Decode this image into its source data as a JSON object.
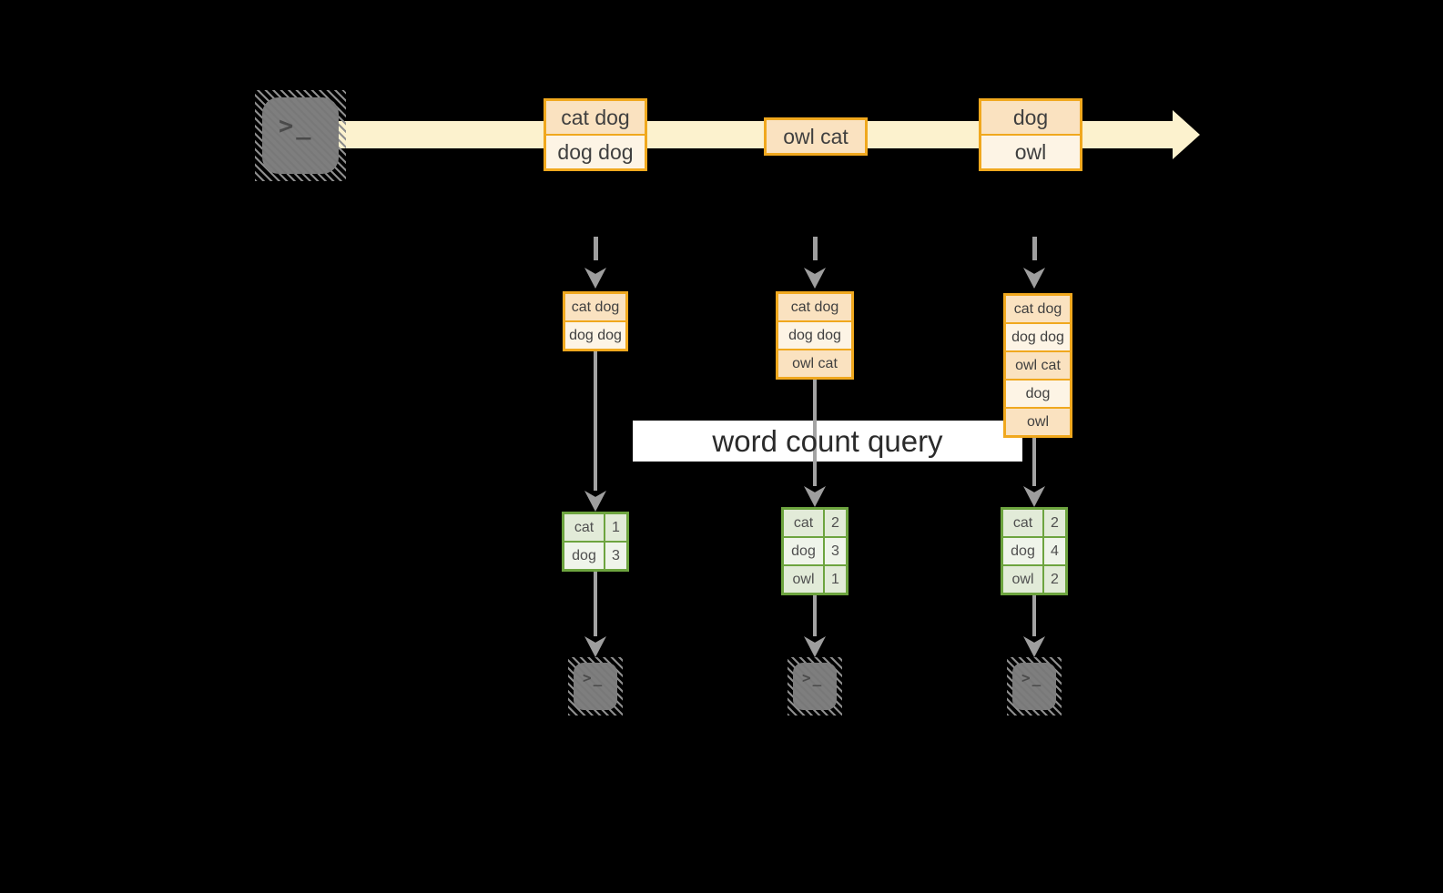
{
  "query": {
    "label": "word count query"
  },
  "icons": {
    "terminal_prompt": ">_"
  },
  "colors": {
    "background": "#000000",
    "stream_fill": "#FCF2CE",
    "record_border": "#F0A81E",
    "record_fill_dark": "#FAE2C0",
    "record_fill_light": "#FDF4E5",
    "table_border": "#6DA43F",
    "table_fill_dark": "#E2EBD8",
    "table_fill_light": "#EFF4EA",
    "arrow_gray": "#9E9E9E",
    "terminal_gray": "#7E7E7E",
    "query_band": "#FFFFFF"
  },
  "stream": {
    "batches": [
      {
        "records": [
          "cat dog",
          "dog dog"
        ]
      },
      {
        "records": [
          "owl cat"
        ]
      },
      {
        "records": [
          "dog",
          "owl"
        ]
      }
    ]
  },
  "columns": [
    {
      "state_records": [
        "cat dog",
        "dog dog"
      ],
      "counts": [
        {
          "word": "cat",
          "count": "1"
        },
        {
          "word": "dog",
          "count": "3"
        }
      ]
    },
    {
      "state_records": [
        "cat dog",
        "dog dog",
        "owl cat"
      ],
      "counts": [
        {
          "word": "cat",
          "count": "2"
        },
        {
          "word": "dog",
          "count": "3"
        },
        {
          "word": "owl",
          "count": "1"
        }
      ]
    },
    {
      "state_records": [
        "cat dog",
        "dog dog",
        "owl cat",
        "dog",
        "owl"
      ],
      "counts": [
        {
          "word": "cat",
          "count": "2"
        },
        {
          "word": "dog",
          "count": "4"
        },
        {
          "word": "owl",
          "count": "2"
        }
      ]
    }
  ]
}
